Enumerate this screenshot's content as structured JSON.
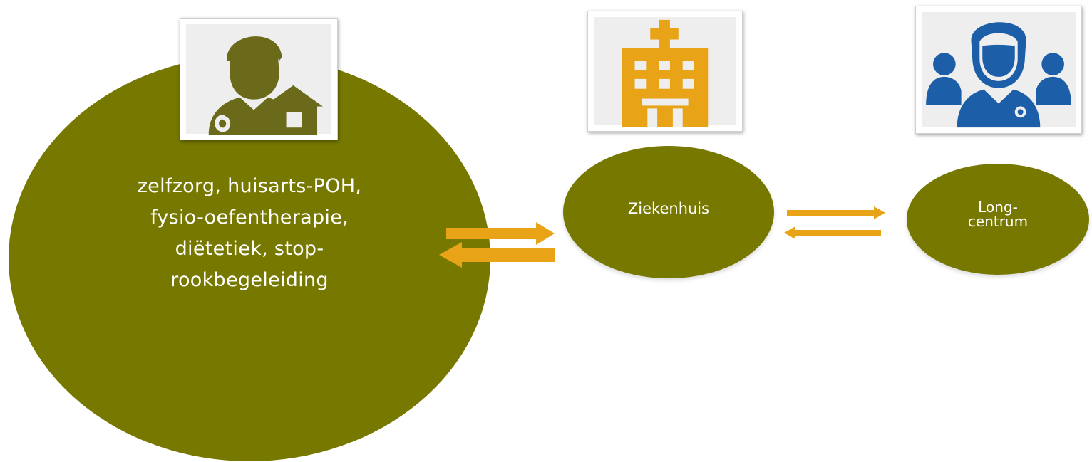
{
  "colors": {
    "circle_fill": "#767800",
    "arrow_fill": "#E8A317",
    "gp_icon": "#6B6A1B",
    "hospital_icon": "#E8A317",
    "lung_icon": "#1C5FA8"
  },
  "nodes": {
    "primary_care": {
      "label": "zelfzorg, huisarts-POH,\nfysio-oefentherapie,\n diëtetiek, stop-\nrookbegeleiding",
      "icon": "doctor-with-house-icon"
    },
    "hospital": {
      "label": "Ziekenhuis",
      "icon": "hospital-building-icon"
    },
    "lung_center": {
      "label": "Long-\ncentrum",
      "icon": "medical-team-icon"
    }
  },
  "connections": [
    {
      "from": "primary_care",
      "to": "hospital",
      "type": "bidirectional"
    },
    {
      "from": "hospital",
      "to": "lung_center",
      "type": "bidirectional"
    }
  ]
}
